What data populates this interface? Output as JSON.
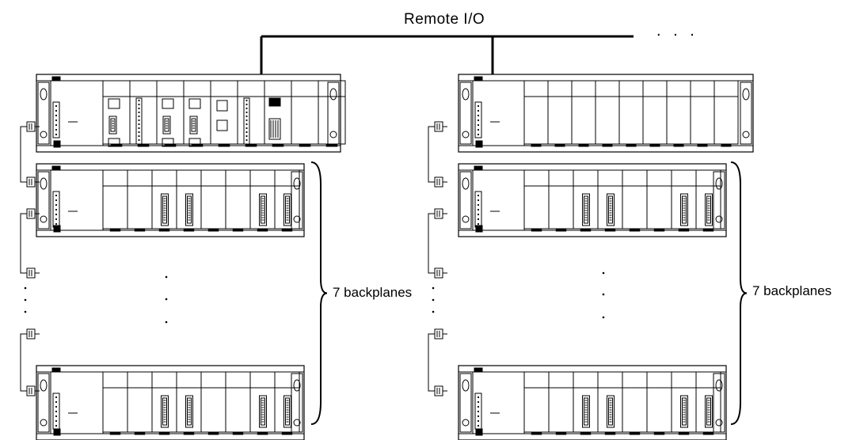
{
  "network": {
    "label": "Remote I/O",
    "continuation": ". . ."
  },
  "groups": [
    {
      "id": "left",
      "brace_label": "7 backplanes"
    },
    {
      "id": "right",
      "brace_label": "7 backplanes"
    }
  ],
  "colors": {
    "line": "#000000",
    "background": "#ffffff"
  }
}
